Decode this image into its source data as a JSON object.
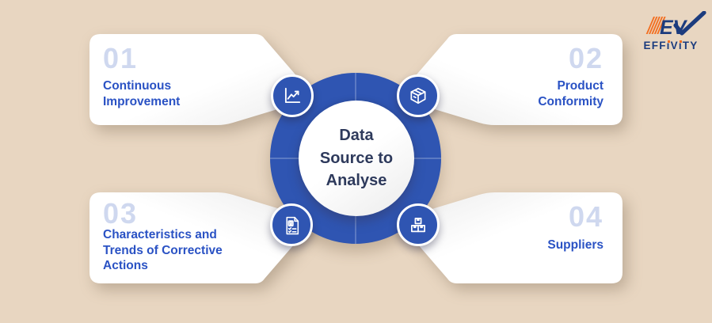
{
  "palette": {
    "background": "#e8d6c1",
    "accent_blue": "#2f55b2",
    "number_color": "#cfd8ef",
    "label_color": "#2a52c4",
    "center_text_color": "#2e3a5c",
    "logo_navy": "#1c3c7e",
    "logo_orange": "#f36f21"
  },
  "center": {
    "title": "Data\nSource to\nAnalyse"
  },
  "items": [
    {
      "number": "01",
      "label": "Continuous Improvement",
      "icon": "trend-up-chart-icon"
    },
    {
      "number": "02",
      "label": "Product Conformity",
      "icon": "package-box-icon"
    },
    {
      "number": "03",
      "label": "Characteristics and Trends of Corrective Actions",
      "icon": "audit-checklist-icon"
    },
    {
      "number": "04",
      "label": "Suppliers",
      "icon": "stacked-boxes-icon"
    }
  ],
  "logo": {
    "monogram": "EV",
    "wordmark_1": "EFF",
    "i_stem": "ı",
    "wordmark_2": "V",
    "wordmark_3": "TY",
    "brand": "EFFIVITY"
  }
}
